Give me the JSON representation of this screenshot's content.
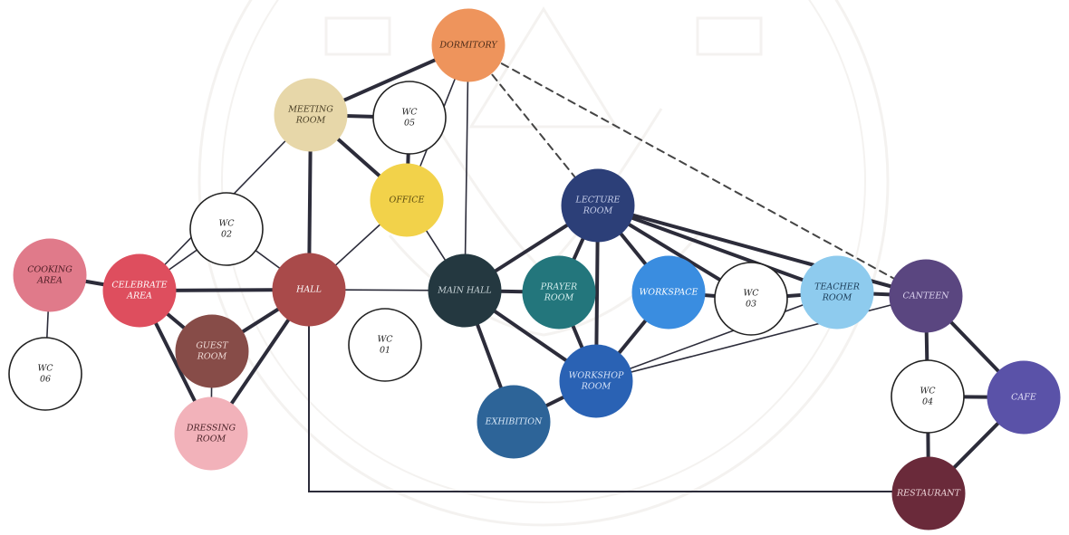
{
  "diagram": {
    "title": "",
    "nodes": [
      {
        "id": "dormitory",
        "lines": [
          "DORMITORY"
        ],
        "fill": "#ee945c",
        "text": "#4a2a18"
      },
      {
        "id": "meeting",
        "lines": [
          "MEETING",
          "ROOM"
        ],
        "fill": "#e7d7a9",
        "text": "#4a3f25"
      },
      {
        "id": "wc05",
        "lines": [
          "WC",
          "05"
        ],
        "fill": "#ffffff",
        "text": "#222222"
      },
      {
        "id": "office",
        "lines": [
          "OFFICE"
        ],
        "fill": "#f2d24a",
        "text": "#5a4a10"
      },
      {
        "id": "wc02",
        "lines": [
          "WC",
          "02"
        ],
        "fill": "#ffffff",
        "text": "#222222"
      },
      {
        "id": "cooking",
        "lines": [
          "COOKING",
          "AREA"
        ],
        "fill": "#e07a8a",
        "text": "#4a1a22"
      },
      {
        "id": "celebrate",
        "lines": [
          "CELEBRATE",
          "AREA"
        ],
        "fill": "#de4e5e",
        "text": "#ffffff"
      },
      {
        "id": "hall",
        "lines": [
          "HALL"
        ],
        "fill": "#a94a4a",
        "text": "#ffffff"
      },
      {
        "id": "guest",
        "lines": [
          "GUEST",
          "ROOM"
        ],
        "fill": "#874c48",
        "text": "#f0dcd8"
      },
      {
        "id": "dressing",
        "lines": [
          "DRESSING",
          "ROOM"
        ],
        "fill": "#f2b2ba",
        "text": "#4a2228"
      },
      {
        "id": "wc06",
        "lines": [
          "WC",
          "06"
        ],
        "fill": "#ffffff",
        "text": "#222222"
      },
      {
        "id": "wc01",
        "lines": [
          "WC",
          "01"
        ],
        "fill": "#ffffff",
        "text": "#222222"
      },
      {
        "id": "mainhall",
        "lines": [
          "MAIN HALL"
        ],
        "fill": "#243840",
        "text": "#c8d4d8"
      },
      {
        "id": "lecture",
        "lines": [
          "LECTURE",
          "ROOM"
        ],
        "fill": "#2c3f78",
        "text": "#c8d0ec"
      },
      {
        "id": "prayer",
        "lines": [
          "PRAYER",
          "ROOM"
        ],
        "fill": "#23767c",
        "text": "#d8f0f0"
      },
      {
        "id": "workspace",
        "lines": [
          "WORKSPACE"
        ],
        "fill": "#3a8de0",
        "text": "#ffffff"
      },
      {
        "id": "wc03",
        "lines": [
          "WC",
          "03"
        ],
        "fill": "#ffffff",
        "text": "#222222"
      },
      {
        "id": "teacher",
        "lines": [
          "TEACHER",
          "ROOM"
        ],
        "fill": "#8ecbee",
        "text": "#1a3a55"
      },
      {
        "id": "canteen",
        "lines": [
          "CANTEEN"
        ],
        "fill": "#5a4680",
        "text": "#ddd4f0"
      },
      {
        "id": "workshop",
        "lines": [
          "WORKSHOP",
          "ROOM"
        ],
        "fill": "#2a62b4",
        "text": "#d8e4f8"
      },
      {
        "id": "exhibition",
        "lines": [
          "EXHIBITION"
        ],
        "fill": "#2d6498",
        "text": "#d8e8f8"
      },
      {
        "id": "wc04",
        "lines": [
          "WC",
          "04"
        ],
        "fill": "#ffffff",
        "text": "#222222"
      },
      {
        "id": "cafe",
        "lines": [
          "CAFE"
        ],
        "fill": "#5a52a8",
        "text": "#e4e0f8"
      },
      {
        "id": "restaurant",
        "lines": [
          "RESTAURANT"
        ],
        "fill": "#6a2a3a",
        "text": "#f0d8dc"
      }
    ],
    "edges": [
      {
        "a": "dormitory",
        "b": "meeting",
        "w": "thick"
      },
      {
        "a": "dormitory",
        "b": "office",
        "w": "thin"
      },
      {
        "a": "dormitory",
        "b": "mainhall",
        "w": "thin"
      },
      {
        "a": "dormitory",
        "b": "lecture",
        "w": "dashed"
      },
      {
        "a": "dormitory",
        "b": "canteen",
        "w": "dashed"
      },
      {
        "a": "meeting",
        "b": "wc05",
        "w": "thick"
      },
      {
        "a": "meeting",
        "b": "office",
        "w": "thick"
      },
      {
        "a": "meeting",
        "b": "hall",
        "w": "thick"
      },
      {
        "a": "meeting",
        "b": "celebrate",
        "w": "thin"
      },
      {
        "a": "wc05",
        "b": "office",
        "w": "thick"
      },
      {
        "a": "office",
        "b": "mainhall",
        "w": "thin"
      },
      {
        "a": "office",
        "b": "hall",
        "w": "thin"
      },
      {
        "a": "wc02",
        "b": "celebrate",
        "w": "thin"
      },
      {
        "a": "wc02",
        "b": "hall",
        "w": "thin"
      },
      {
        "a": "cooking",
        "b": "celebrate",
        "w": "thick"
      },
      {
        "a": "cooking",
        "b": "wc06",
        "w": "thin"
      },
      {
        "a": "celebrate",
        "b": "hall",
        "w": "thick"
      },
      {
        "a": "celebrate",
        "b": "guest",
        "w": "thick"
      },
      {
        "a": "celebrate",
        "b": "dressing",
        "w": "thick"
      },
      {
        "a": "hall",
        "b": "guest",
        "w": "thick"
      },
      {
        "a": "hall",
        "b": "dressing",
        "w": "thick"
      },
      {
        "a": "hall",
        "b": "mainhall",
        "w": "thin"
      },
      {
        "a": "guest",
        "b": "dressing",
        "w": "thin"
      },
      {
        "a": "mainhall",
        "b": "lecture",
        "w": "thick"
      },
      {
        "a": "mainhall",
        "b": "prayer",
        "w": "thick"
      },
      {
        "a": "mainhall",
        "b": "workshop",
        "w": "thick"
      },
      {
        "a": "mainhall",
        "b": "exhibition",
        "w": "thick"
      },
      {
        "a": "lecture",
        "b": "prayer",
        "w": "thick"
      },
      {
        "a": "lecture",
        "b": "workspace",
        "w": "thick"
      },
      {
        "a": "lecture",
        "b": "wc03",
        "w": "thick"
      },
      {
        "a": "lecture",
        "b": "teacher",
        "w": "thick"
      },
      {
        "a": "lecture",
        "b": "canteen",
        "w": "thick"
      },
      {
        "a": "lecture",
        "b": "workshop",
        "w": "thick"
      },
      {
        "a": "prayer",
        "b": "workshop",
        "w": "thick"
      },
      {
        "a": "workspace",
        "b": "wc03",
        "w": "thick"
      },
      {
        "a": "workspace",
        "b": "workshop",
        "w": "thick"
      },
      {
        "a": "wc03",
        "b": "teacher",
        "w": "thick"
      },
      {
        "a": "teacher",
        "b": "canteen",
        "w": "thick"
      },
      {
        "a": "teacher",
        "b": "workshop",
        "w": "thin"
      },
      {
        "a": "canteen",
        "b": "workshop",
        "w": "thin"
      },
      {
        "a": "workshop",
        "b": "exhibition",
        "w": "thick"
      },
      {
        "a": "canteen",
        "b": "wc04",
        "w": "thick"
      },
      {
        "a": "canteen",
        "b": "cafe",
        "w": "thick"
      },
      {
        "a": "wc04",
        "b": "cafe",
        "w": "thick"
      },
      {
        "a": "wc04",
        "b": "restaurant",
        "w": "thick"
      },
      {
        "a": "cafe",
        "b": "restaurant",
        "w": "thick"
      },
      {
        "a": "hall",
        "b": "restaurant",
        "w": "routed"
      }
    ]
  },
  "colors": {
    "edge": "#2c2c3a",
    "dashed": "#444444",
    "outline": "#222222",
    "watermark": "#7a6a4a"
  },
  "watermark": {
    "icon": "university-seal-watermark"
  }
}
